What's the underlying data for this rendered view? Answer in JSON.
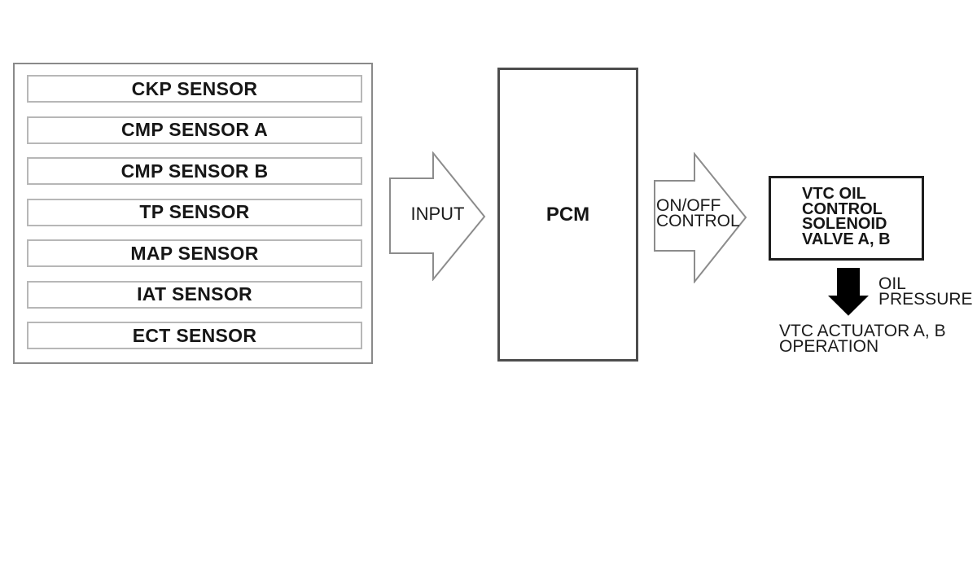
{
  "diagram": {
    "sensor_group": {
      "items": [
        "CKP SENSOR",
        "CMP SENSOR A",
        "CMP SENSOR B",
        "TP SENSOR",
        "MAP SENSOR",
        "IAT SENSOR",
        "ECT SENSOR"
      ]
    },
    "input_arrow": {
      "label": "INPUT"
    },
    "pcm": {
      "label": "PCM"
    },
    "onoff_arrow": {
      "line1": "ON/OFF",
      "line2": "CONTROL"
    },
    "vtc_valve": {
      "line1": "VTC OIL",
      "line2": "CONTROL",
      "line3": "SOLENOID",
      "line4": "VALVE A, B"
    },
    "oil_pressure": {
      "line1": "OIL",
      "line2": "PRESSURE"
    },
    "actuator": {
      "line1": "VTC ACTUATOR A, B",
      "line2": "OPERATION"
    },
    "colors": {
      "background": "#ffffff",
      "text": "#1b1b1b",
      "outer_box_border": "#8a8a8a",
      "sensor_box_border": "#b7b7b7",
      "pcm_border": "#4d4d4d",
      "arrow_outline": "#8c8c8c",
      "vtc_border": "#1e1e1e",
      "solid_arrow": "#000000"
    }
  }
}
